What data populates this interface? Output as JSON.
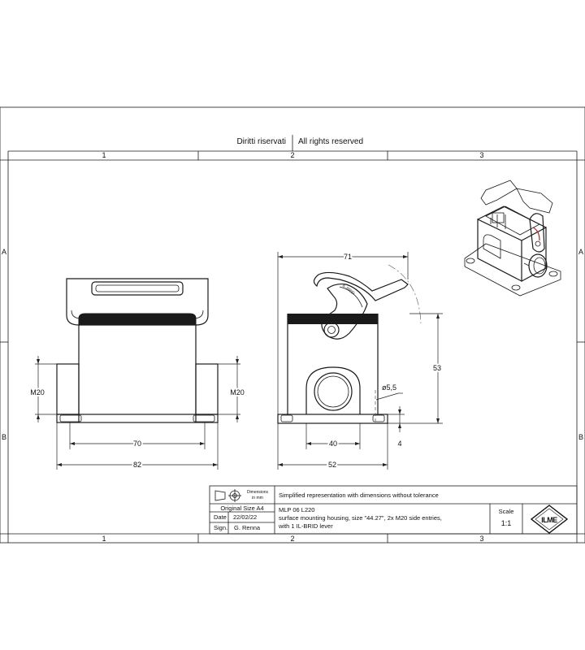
{
  "sheet": {
    "rights_it": "Diritti riservati",
    "rights_en": "All rights reserved",
    "columns": [
      "1",
      "2",
      "3"
    ],
    "rows": [
      "A",
      "B"
    ]
  },
  "dimensions": {
    "front_70": "70",
    "front_82": "82",
    "m20_left": "M20",
    "m20_right": "M20",
    "side_71": "71",
    "side_53": "53",
    "side_40": "40",
    "side_52": "52",
    "side_4": "4",
    "hole": "ø5,5"
  },
  "lever_label": "IL-BRID",
  "title_block": {
    "units_line1": "Dimensions",
    "units_line2": "in mm",
    "simplified_note": "Simplified representation with dimensions without tolerance",
    "original_size": "Original Size A4",
    "date_label": "Date",
    "date_value": "22/02/22",
    "sign_label": "Sign.",
    "sign_value": "G. Renna",
    "part_number": "MLP 06 L220",
    "description_1": "surface mounting housing, size \"44.27\", 2x M20 side entries,",
    "description_2": "with 1 IL-BRID lever",
    "scale_label": "Scale",
    "scale_value": "1:1",
    "logo_text": "ILME"
  }
}
